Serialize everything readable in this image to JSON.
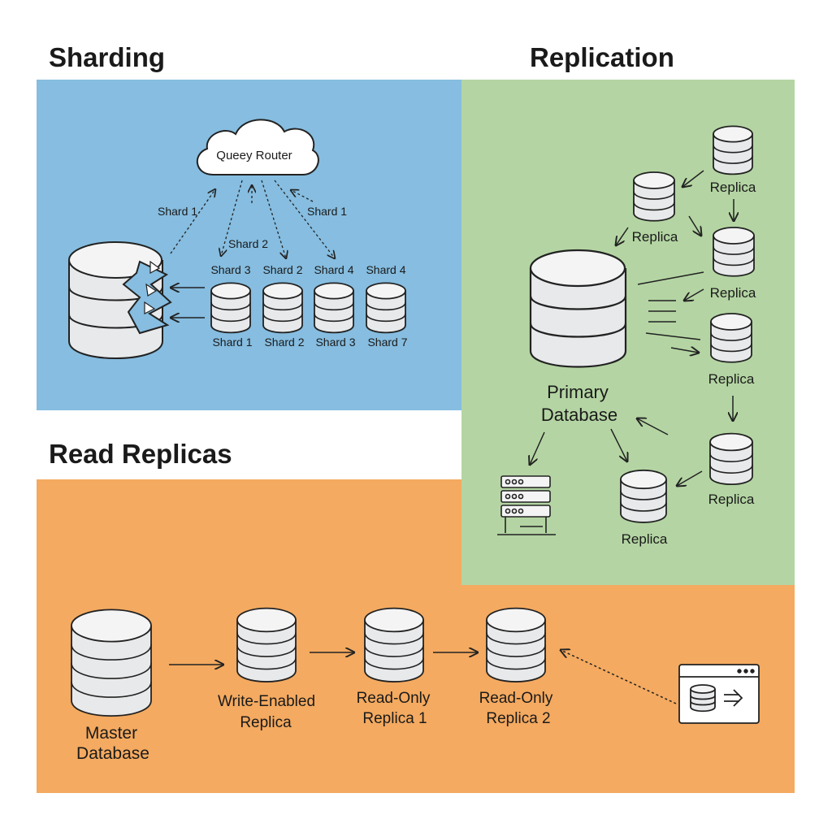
{
  "titles": {
    "sharding": "Sharding",
    "replication": "Replication",
    "read_replicas": "Read Replicas"
  },
  "sharding": {
    "router_label": "Queey Router",
    "arrow_labels": [
      "Shard 1",
      "Shard 2",
      "Shard 1"
    ],
    "top_labels": [
      "Shard 3",
      "Shard 2",
      "Shard 4",
      "Shard 4"
    ],
    "bottom_labels": [
      "Shard 1",
      "Shard 2",
      "Shard 3",
      "Shard 7"
    ]
  },
  "replication": {
    "primary_label_line1": "Primary",
    "primary_label_line2": "Database",
    "replica_labels": [
      "Replica",
      "Replica",
      "Replica",
      "Replica",
      "Replica",
      "Replica"
    ]
  },
  "read_replicas": {
    "master_line1": "Master",
    "master_line2": "Database",
    "write_line1": "Write-Enabled",
    "write_line2": "Replica",
    "ro1_line1": "Read-Only",
    "ro1_line2": "Replica 1",
    "ro2_line1": "Read-Only",
    "ro2_line2": "Replica 2"
  },
  "colors": {
    "sharding_bg": "#86bde0",
    "replication_bg": "#b4d5a3",
    "read_replicas_bg": "#f4aa60",
    "db_fill": "#e8e9eb",
    "stroke": "#222222"
  }
}
